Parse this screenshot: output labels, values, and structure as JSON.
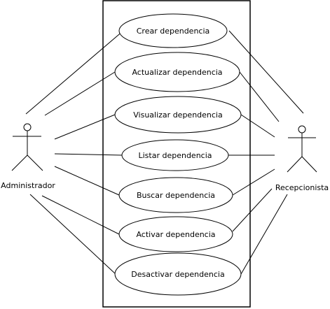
{
  "actors": {
    "admin": {
      "label": "Administrador"
    },
    "recep": {
      "label": "Recepcionista"
    }
  },
  "use_cases": [
    {
      "id": "crear",
      "label": "Crear dependencia"
    },
    {
      "id": "actualizar",
      "label": "Actualizar dependencia"
    },
    {
      "id": "visualizar",
      "label": "Visualizar dependencia"
    },
    {
      "id": "listar",
      "label": "Listar dependencia"
    },
    {
      "id": "buscar",
      "label": "Buscar dependencia"
    },
    {
      "id": "activar",
      "label": "Activar dependencia"
    },
    {
      "id": "desactivar",
      "label": "Desactivar dependencia"
    }
  ],
  "associations": [
    {
      "actor": "admin",
      "use_case": "crear"
    },
    {
      "actor": "admin",
      "use_case": "actualizar"
    },
    {
      "actor": "admin",
      "use_case": "visualizar"
    },
    {
      "actor": "admin",
      "use_case": "listar"
    },
    {
      "actor": "admin",
      "use_case": "buscar"
    },
    {
      "actor": "admin",
      "use_case": "activar"
    },
    {
      "actor": "admin",
      "use_case": "desactivar"
    },
    {
      "actor": "recep",
      "use_case": "crear"
    },
    {
      "actor": "recep",
      "use_case": "actualizar"
    },
    {
      "actor": "recep",
      "use_case": "visualizar"
    },
    {
      "actor": "recep",
      "use_case": "listar"
    },
    {
      "actor": "recep",
      "use_case": "buscar"
    },
    {
      "actor": "recep",
      "use_case": "activar"
    },
    {
      "actor": "recep",
      "use_case": "desactivar"
    }
  ],
  "colors": {
    "stroke": "#000000",
    "fill": "#ffffff"
  }
}
